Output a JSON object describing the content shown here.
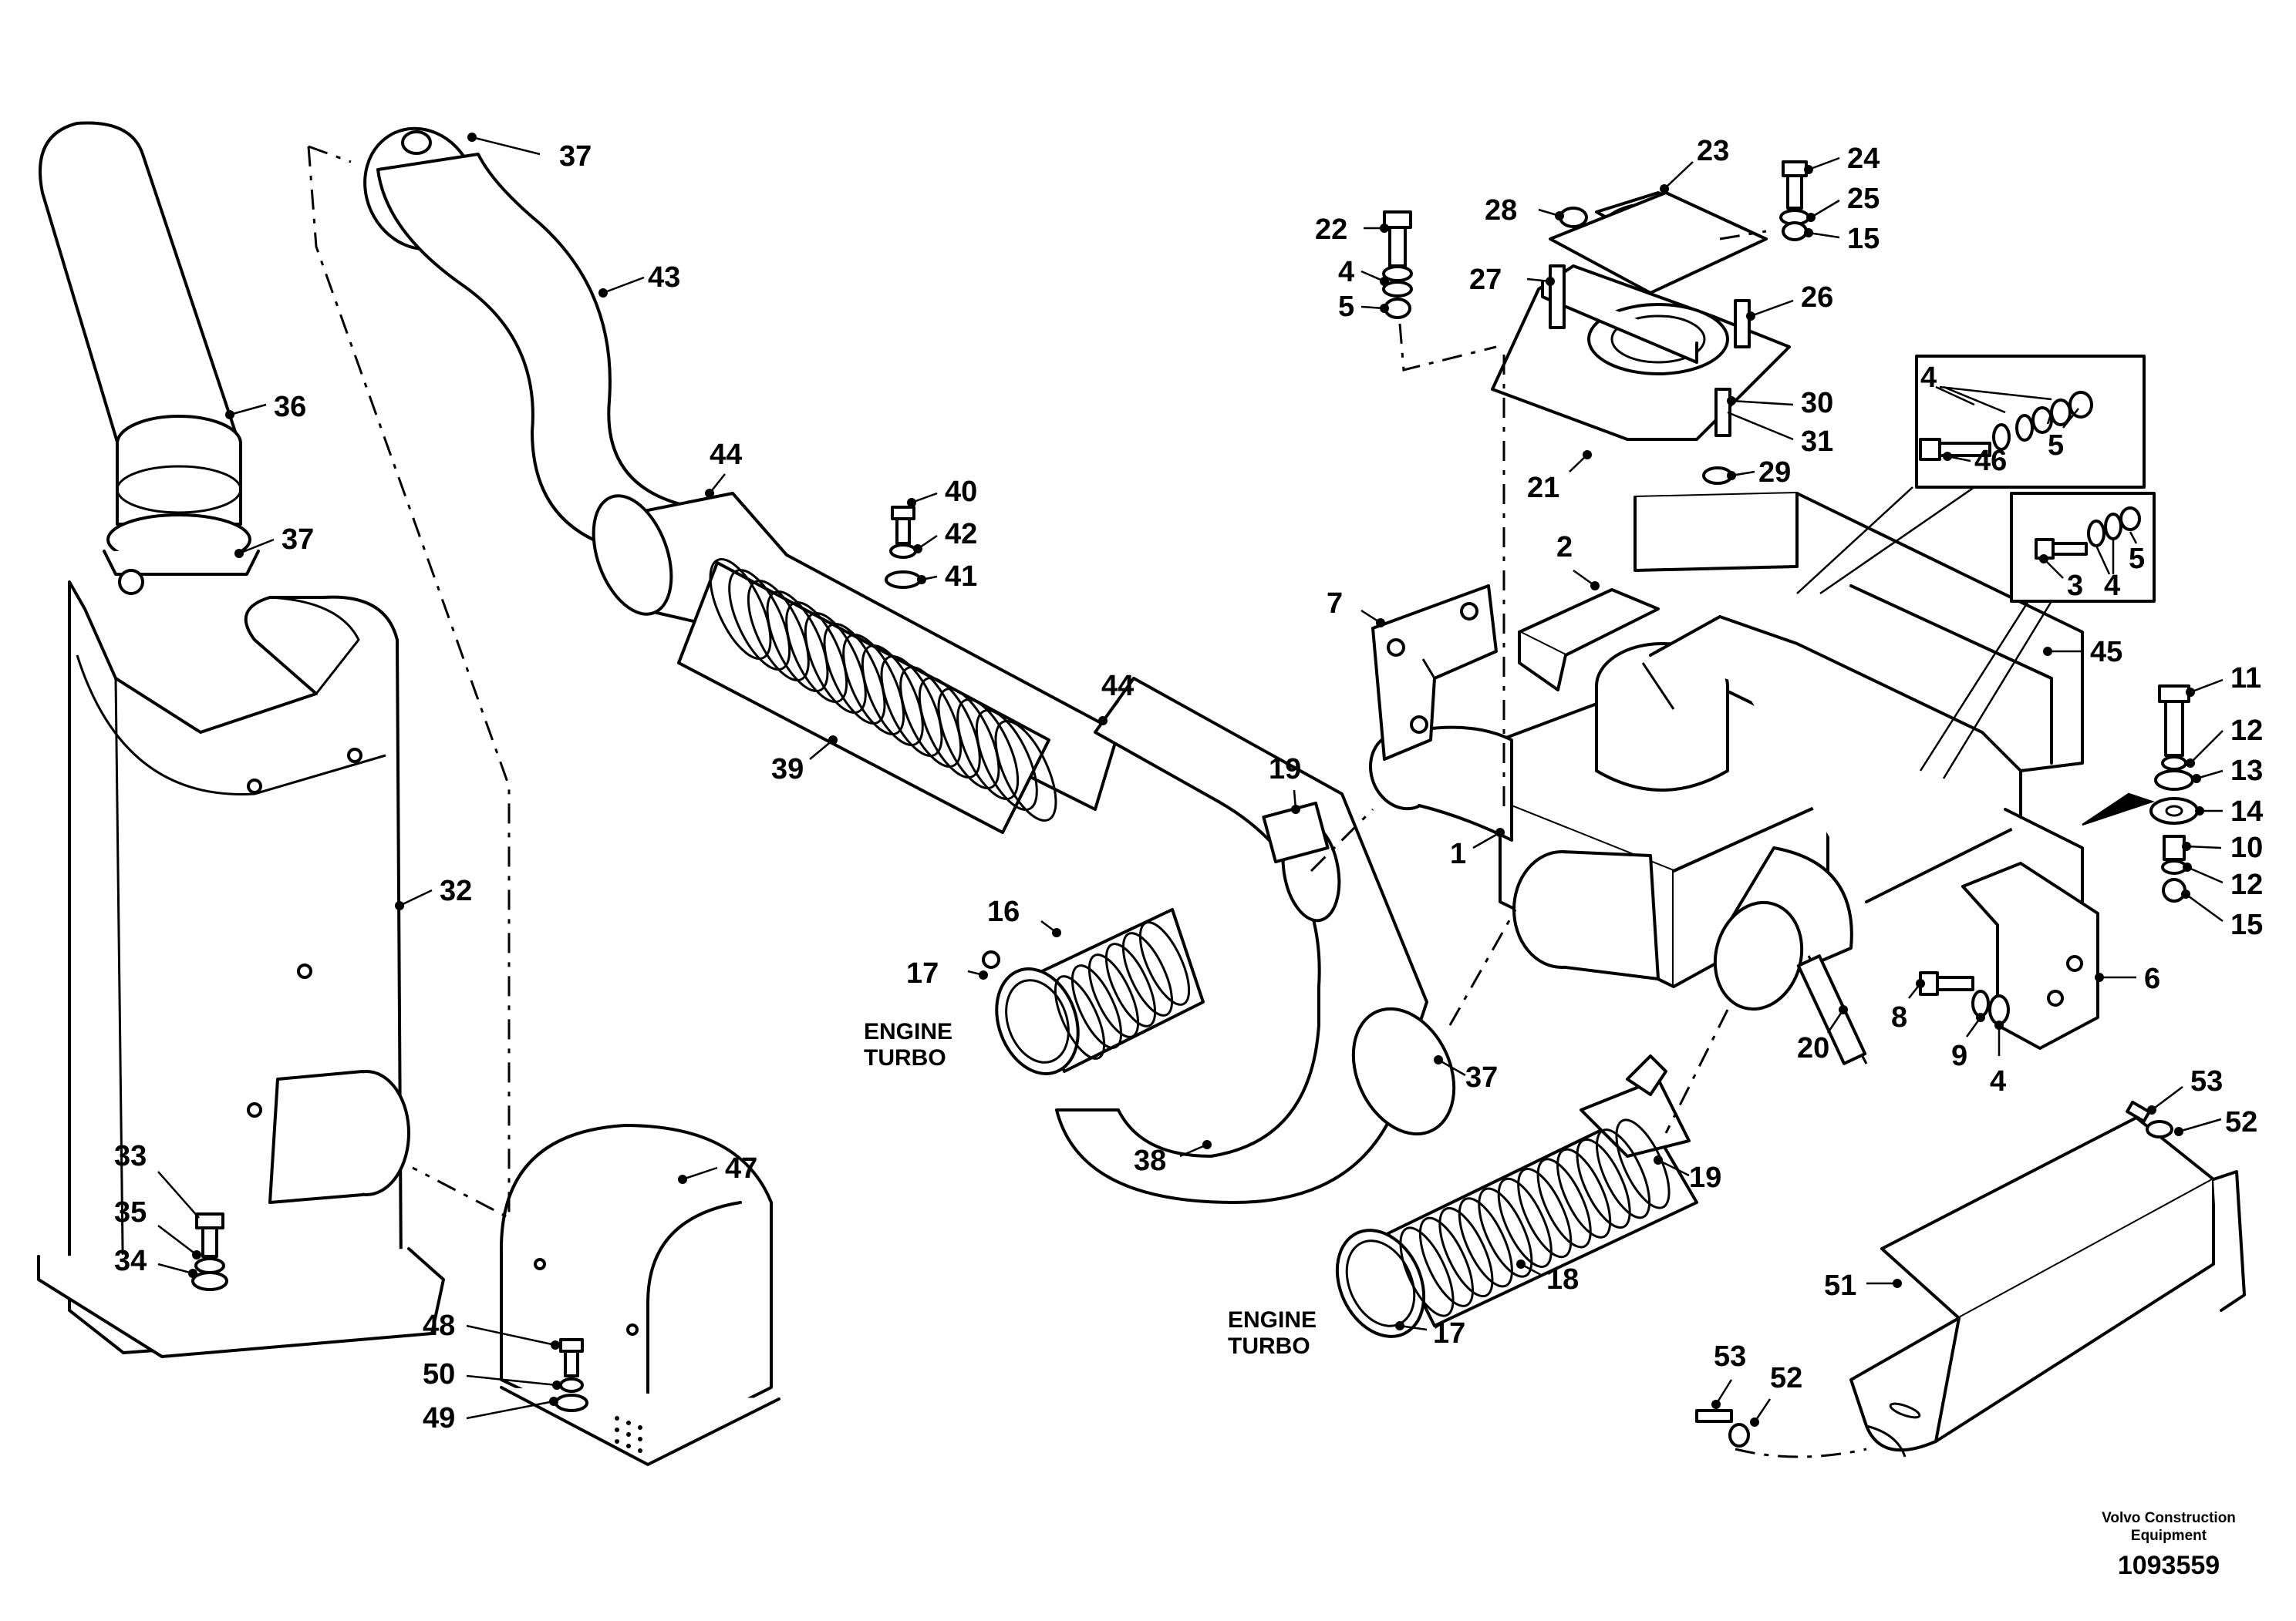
{
  "notes": {
    "engine_turbo_1_line1": "ENGINE",
    "engine_turbo_1_line2": "TURBO",
    "engine_turbo_2_line1": "ENGINE",
    "engine_turbo_2_line2": "TURBO"
  },
  "credit": {
    "line1": "Volvo Construction",
    "line2": "Equipment"
  },
  "document_number": "1093559",
  "callouts": [
    {
      "id": "c37a",
      "label": "37"
    },
    {
      "id": "c43",
      "label": "43"
    },
    {
      "id": "c36",
      "label": "36"
    },
    {
      "id": "c37b",
      "label": "37"
    },
    {
      "id": "c32",
      "label": "32"
    },
    {
      "id": "c44a",
      "label": "44"
    },
    {
      "id": "c39",
      "label": "39"
    },
    {
      "id": "c44b",
      "label": "44"
    },
    {
      "id": "c40",
      "label": "40"
    },
    {
      "id": "c42",
      "label": "42"
    },
    {
      "id": "c41",
      "label": "41"
    },
    {
      "id": "c22",
      "label": "22"
    },
    {
      "id": "c4a",
      "label": "4"
    },
    {
      "id": "c5a",
      "label": "5"
    },
    {
      "id": "c28",
      "label": "28"
    },
    {
      "id": "c23",
      "label": "23"
    },
    {
      "id": "c27",
      "label": "27"
    },
    {
      "id": "c24",
      "label": "24"
    },
    {
      "id": "c25",
      "label": "25"
    },
    {
      "id": "c15a",
      "label": "15"
    },
    {
      "id": "c26",
      "label": "26"
    },
    {
      "id": "c30",
      "label": "30"
    },
    {
      "id": "c31",
      "label": "31"
    },
    {
      "id": "c29",
      "label": "29"
    },
    {
      "id": "c21",
      "label": "21"
    },
    {
      "id": "c4b",
      "label": "4"
    },
    {
      "id": "c5b",
      "label": "5"
    },
    {
      "id": "c46",
      "label": "46"
    },
    {
      "id": "c3",
      "label": "3"
    },
    {
      "id": "c4c",
      "label": "4"
    },
    {
      "id": "c5c",
      "label": "5"
    },
    {
      "id": "c2",
      "label": "2"
    },
    {
      "id": "c7",
      "label": "7"
    },
    {
      "id": "c45",
      "label": "45"
    },
    {
      "id": "c11",
      "label": "11"
    },
    {
      "id": "c12a",
      "label": "12"
    },
    {
      "id": "c13",
      "label": "13"
    },
    {
      "id": "c14",
      "label": "14"
    },
    {
      "id": "c10",
      "label": "10"
    },
    {
      "id": "c12b",
      "label": "12"
    },
    {
      "id": "c15b",
      "label": "15"
    },
    {
      "id": "c19a",
      "label": "19"
    },
    {
      "id": "c1",
      "label": "1"
    },
    {
      "id": "c16",
      "label": "16"
    },
    {
      "id": "c17a",
      "label": "17"
    },
    {
      "id": "c6",
      "label": "6"
    },
    {
      "id": "c8",
      "label": "8"
    },
    {
      "id": "c9",
      "label": "9"
    },
    {
      "id": "c4d",
      "label": "4"
    },
    {
      "id": "c20",
      "label": "20"
    },
    {
      "id": "c37c",
      "label": "37"
    },
    {
      "id": "c38",
      "label": "38"
    },
    {
      "id": "c19b",
      "label": "19"
    },
    {
      "id": "c18",
      "label": "18"
    },
    {
      "id": "c17b",
      "label": "17"
    },
    {
      "id": "c47",
      "label": "47"
    },
    {
      "id": "c33",
      "label": "33"
    },
    {
      "id": "c35",
      "label": "35"
    },
    {
      "id": "c34",
      "label": "34"
    },
    {
      "id": "c48",
      "label": "48"
    },
    {
      "id": "c50",
      "label": "50"
    },
    {
      "id": "c49",
      "label": "49"
    },
    {
      "id": "c53a",
      "label": "53"
    },
    {
      "id": "c52a",
      "label": "52"
    },
    {
      "id": "c51",
      "label": "51"
    },
    {
      "id": "c53b",
      "label": "53"
    },
    {
      "id": "c52b",
      "label": "52"
    }
  ]
}
